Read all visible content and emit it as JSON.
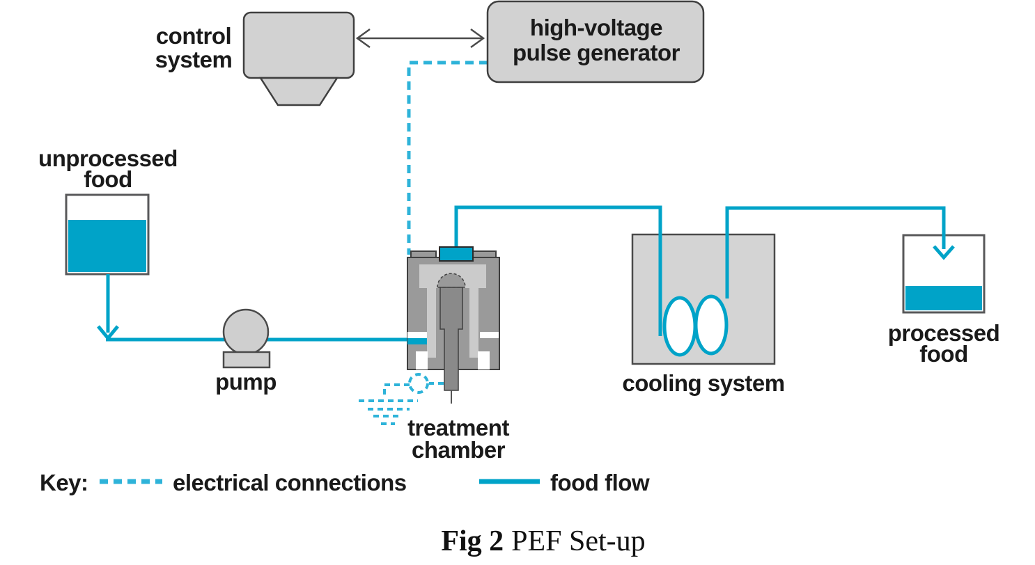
{
  "colors": {
    "flow": "#00a3c8",
    "electrical": "#2eb3d9",
    "liquid": "#00a3c8",
    "box-fill": "#d2d2d2",
    "box-border": "#3f3f3f",
    "tank-fill": "#d4d4d4",
    "chamber-body": "#9a9a9a",
    "chamber-inner": "#cbcbcb",
    "chamber-column": "#8a8a8a",
    "container-border": "#58585a",
    "arrow": "#4a4a4a",
    "text": "#1a1a1a"
  },
  "nodes": {
    "control_system": {
      "label_line1": "control",
      "label_line2": "system"
    },
    "pulse_generator": {
      "label_line1": "high-voltage",
      "label_line2": "pulse generator"
    },
    "unprocessed_food": {
      "label_line1": "unprocessed",
      "label_line2": "food"
    },
    "pump": {
      "label": "pump"
    },
    "treatment_chamber": {
      "label_line1": "treatment",
      "label_line2": "chamber"
    },
    "cooling_system": {
      "label": "cooling system"
    },
    "processed_food": {
      "label_line1": "processed",
      "label_line2": "food"
    }
  },
  "key": {
    "title": "Key:",
    "electrical_label": "electrical connections",
    "food_flow_label": "food flow"
  },
  "caption": {
    "fig": "Fig 2",
    "title": "PEF Set-up"
  }
}
